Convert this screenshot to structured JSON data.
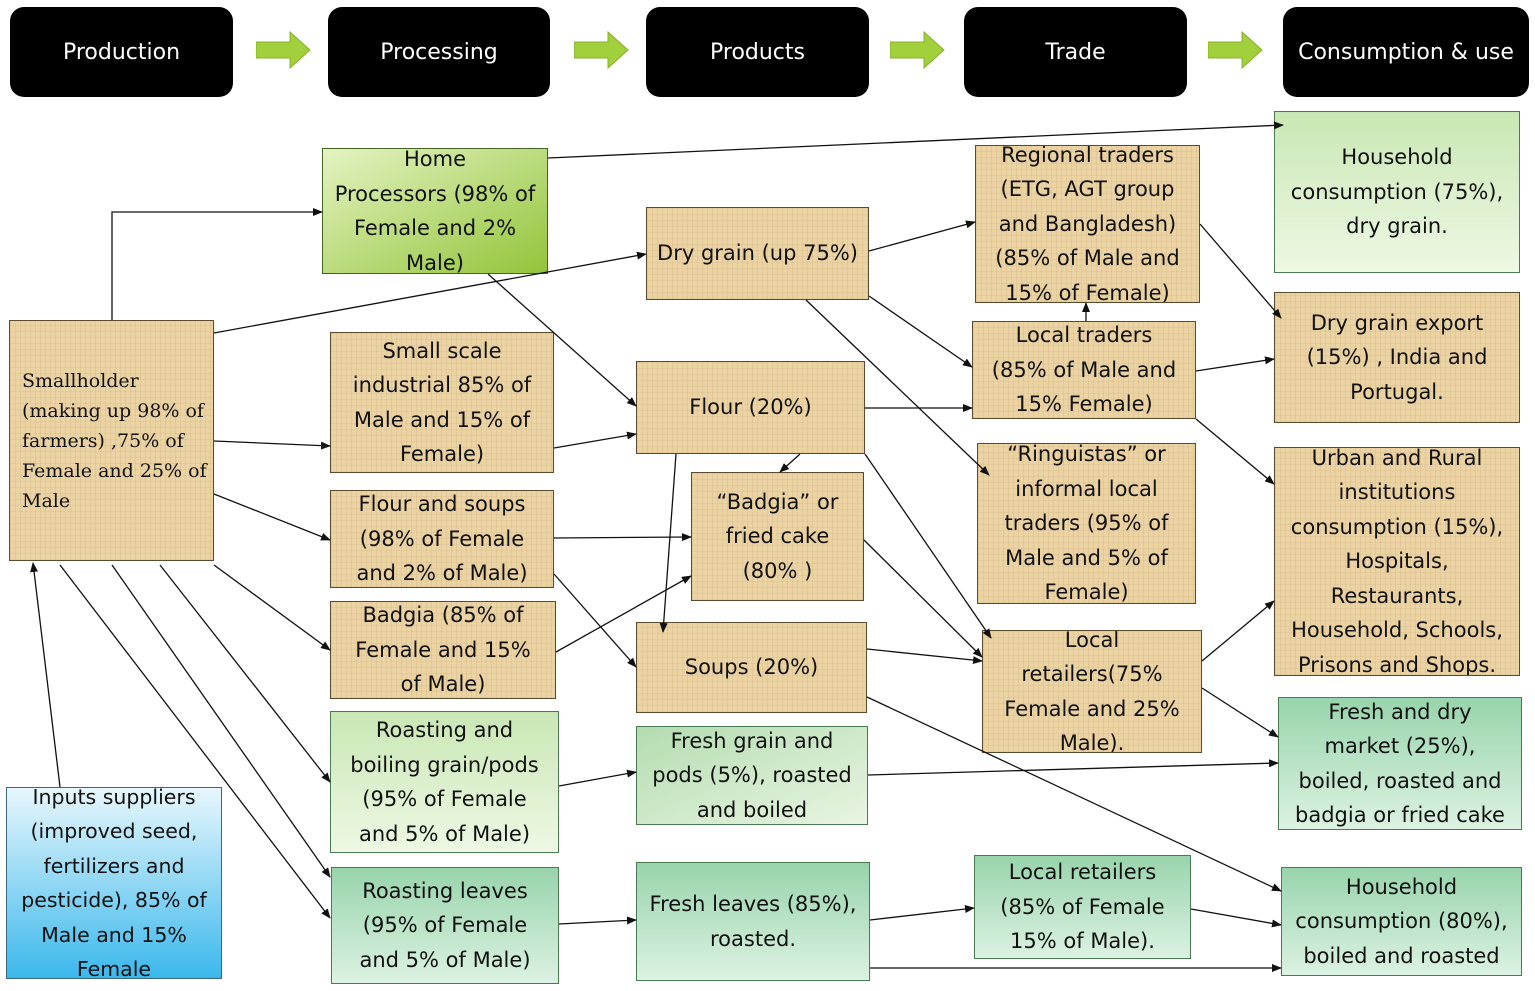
{
  "stages": [
    "Production",
    "Processing",
    "Products",
    "Trade",
    "Consumption & use"
  ],
  "boxes": {
    "home_processors": "Home\nProcessors (98% of\nFemale and 2%\nMale)",
    "smallholder": "Smallholder\n(making up 98% of\nfarmers) ,75% of\nFemale and 25% of\nMale",
    "small_scale": "Small scale\nindustrial 85% of\nMale and 15% of\nFemale)",
    "flour_soups": "Flour and soups\n(98% of Female\nand 2% of Male)",
    "badgia_proc": "Badgia (85% of\nFemale and 15%\nof Male)",
    "roasting_boiling": "Roasting and\nboiling grain/pods\n(95% of Female\nand 5% of Male)",
    "roasting_leaves": "Roasting leaves\n(95% of Female\nand 5% of Male)",
    "inputs": "Inputs suppliers\n(improved seed,\nfertilizers and\npesticide), 85% of\nMale and 15%\nFemale",
    "dry_grain": "Dry grain (up 75%)",
    "flour": "Flour (20%)",
    "badgia_product": "“Badgia” or\nfried cake\n(80% )",
    "soups": "Soups (20%)",
    "fresh_grain": "Fresh grain and\npods (5%), roasted\nand boiled",
    "fresh_leaves": "Fresh leaves (85%),\nroasted.",
    "regional_traders": "Regional traders\n(ETG, AGT group\nand Bangladesh)\n(85% of Male and\n15% of Female)",
    "local_traders": "Local traders\n(85% of Male and\n15% Female)",
    "ringuistas": "“Ringuistas” or\ninformal local\ntraders  (95% of\nMale and 5% of\nFemale)",
    "local_retailers_trade": "Local\nretailers(75%\nFemale and 25%\nMale).",
    "local_retailers_leaves": "Local retailers\n(85% of Female\n15% of Male).",
    "household_dry": "Household\nconsumption (75%),\ndry grain.",
    "dry_export": "Dry  grain export\n(15%) , India and\nPortugal.",
    "urban_rural": "Urban and Rural\ninstitutions\nconsumption (15%),\nHospitals,\nRestaurants,\nHousehold, Schools,\nPrisons and Shops.",
    "fresh_market": "Fresh and dry\nmarket (25%),\nboiled, roasted and\nbadgia or fried cake",
    "household_boiled": "Household\nconsumption (80%),\nboiled and roasted"
  },
  "colors": {
    "header_bg": "#000000",
    "stage_arrow": "#9acd32",
    "tan_box": "#ecd3a4",
    "lime_box": "#93c43a",
    "green_box": "#98d4ac",
    "blue_box": "#3bb8ec"
  }
}
